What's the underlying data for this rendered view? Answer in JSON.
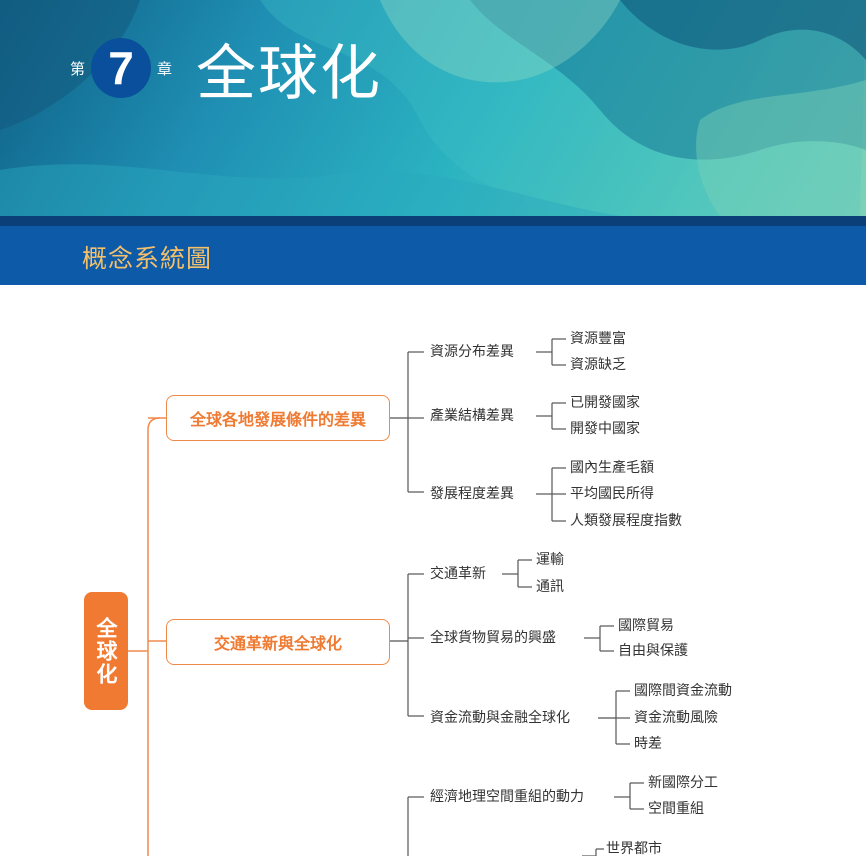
{
  "header": {
    "chapter_prefix": "第",
    "chapter_number": "7",
    "chapter_suffix": "章",
    "chapter_title": "全球化",
    "section_label": "概念系統圖"
  },
  "colors": {
    "accent_orange": "#f07a32",
    "band_blue": "#0c5aa8",
    "label_gold": "#f4c06a"
  },
  "concept_map": {
    "root": "全球化",
    "branches": [
      {
        "label": "全球各地發展條件的差異",
        "items": [
          {
            "label": "資源分布差異",
            "subs": [
              "資源豐富",
              "資源缺乏"
            ]
          },
          {
            "label": "產業結構差異",
            "subs": [
              "已開發國家",
              "開發中國家"
            ]
          },
          {
            "label": "發展程度差異",
            "subs": [
              "國內生產毛額",
              "平均國民所得",
              "人類發展程度指數"
            ]
          }
        ]
      },
      {
        "label": "交通革新與全球化",
        "items": [
          {
            "label": "交通革新",
            "subs": [
              "運輸",
              "通訊"
            ]
          },
          {
            "label": "全球貨物貿易的興盛",
            "subs": [
              "國際貿易",
              "自由與保護"
            ]
          },
          {
            "label": "資金流動與金融全球化",
            "subs": [
              "國際間資金流動",
              "資金流動風險",
              "時差"
            ]
          }
        ]
      },
      {
        "label": "",
        "items": [
          {
            "label": "經濟地理空間重組的動力",
            "subs": [
              "新國際分工",
              "空間重組"
            ]
          },
          {
            "label": "",
            "subs": [
              "世界都市"
            ]
          }
        ]
      }
    ]
  }
}
